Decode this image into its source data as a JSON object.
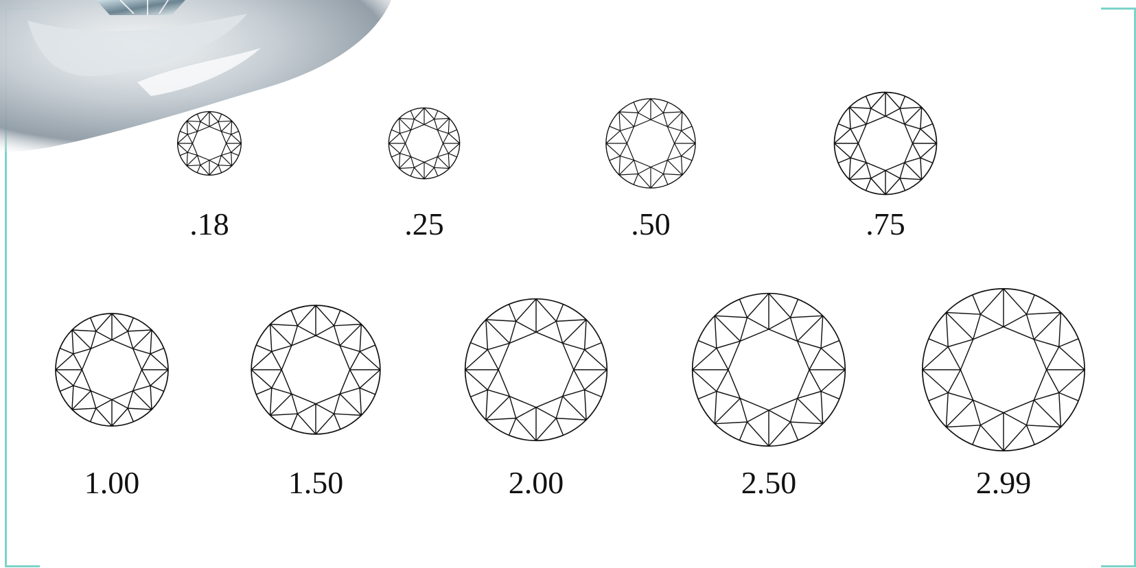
{
  "colors": {
    "accent_bracket": "#7dd3c8",
    "outline": "#111111",
    "background": "#ffffff"
  },
  "decor": {
    "photo": "diamond-ring-photo-fragment"
  },
  "rows": [
    {
      "stones": [
        {
          "label": ".18",
          "carat": 0.18
        },
        {
          "label": ".25",
          "carat": 0.25
        },
        {
          "label": ".50",
          "carat": 0.5
        },
        {
          "label": ".75",
          "carat": 0.75
        }
      ]
    },
    {
      "stones": [
        {
          "label": "1.00",
          "carat": 1.0
        },
        {
          "label": "1.50",
          "carat": 1.5
        },
        {
          "label": "2.00",
          "carat": 2.0
        },
        {
          "label": "2.50",
          "carat": 2.5
        },
        {
          "label": "2.99",
          "carat": 2.99
        }
      ]
    }
  ]
}
